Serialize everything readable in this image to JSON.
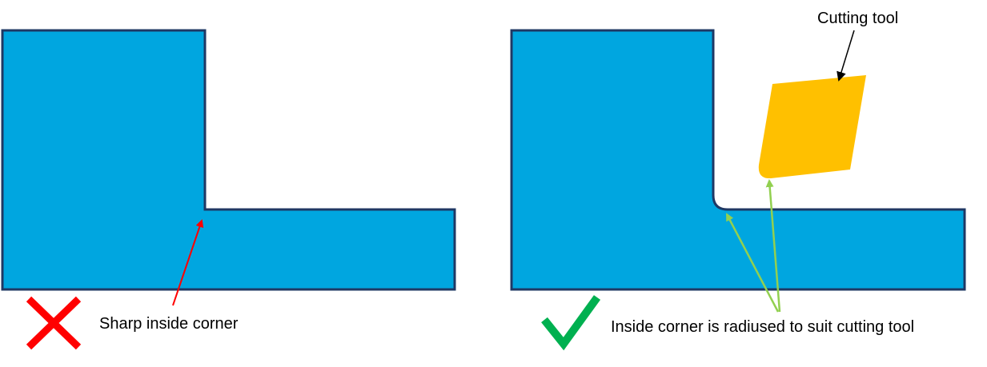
{
  "left_panel": {
    "callout": "Sharp inside corner",
    "verdict_icon": "cross-icon",
    "callout_arrow_color": "#ff0000",
    "verdict_color": "#ff0000"
  },
  "right_panel": {
    "callout": "Inside corner is radiused to suit cutting tool",
    "tool_label": "Cutting tool",
    "verdict_icon": "check-icon",
    "callout_arrow_color": "#92d050",
    "tool_arrow_color": "#000000",
    "verdict_color": "#00b050",
    "tool_color": "#ffc000"
  },
  "colors": {
    "part_fill": "#00a6e0",
    "part_outline": "#1f3864"
  }
}
